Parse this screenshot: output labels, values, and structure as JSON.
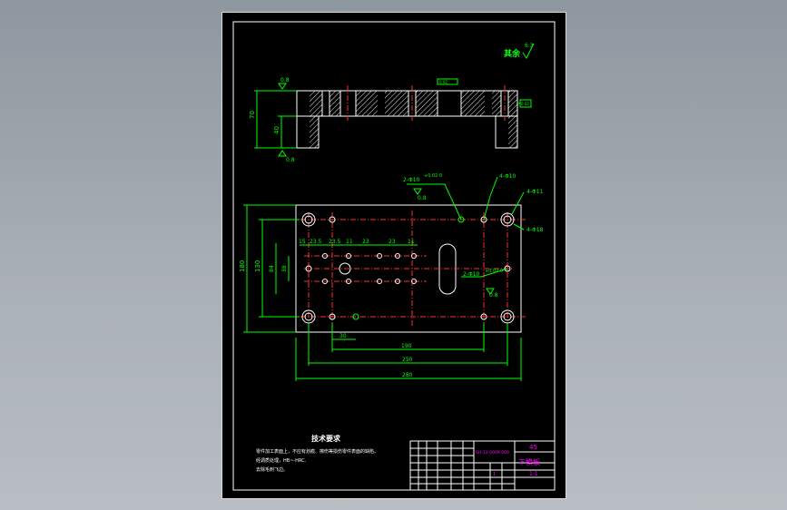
{
  "roughness": {
    "label": "其余",
    "value": "6.3"
  },
  "front_view": {
    "dim_overall_height": "70",
    "dim_step_height": "40",
    "surface_finish_top": "0.8",
    "surface_finish_bottom": "0.8",
    "flatness_box": "0.02",
    "tolerance_box_right": "0.02"
  },
  "plan_view": {
    "callout_2x10": "2-Φ10",
    "callout_2x10_tol": "+0.02\n0",
    "callout_2x10_finish": "0.8",
    "callout_4x10": "4-Φ10",
    "callout_4x11": "4-Φ11",
    "callout_4x18": "4-Φ18",
    "callout_2x10_right": "2-Φ10",
    "callout_2x10_right_tol": "+0.02\n0",
    "callout_2x10_right_finish": "0.8",
    "dims_top": [
      "15",
      "23.5",
      "23.5",
      "11",
      "23",
      "23",
      "11"
    ],
    "dim_left_outer": "180",
    "dim_left_mid": "130",
    "dim_left_inner": "84",
    "dim_left_small": "38",
    "dim_bottom_30": "30",
    "dim_bottom_190": "190",
    "dim_bottom_250": "250",
    "dim_bottom_280": "280"
  },
  "notes": {
    "title": "技术要求",
    "line1": "零件加工表面上，不应有划痕、擦伤等损伤零件表面的缺陷。",
    "line2": "经调质处理，HB~-HRC.",
    "line3": "去除毛刺飞边。"
  },
  "title_block": {
    "material": "45",
    "part_name": "下模板",
    "scale": "1:1",
    "drawing_no": "SH-12-000X-000",
    "qty": "1"
  },
  "colors": {
    "sheet": "#000000",
    "outline": "#ffffff",
    "dim": "#00ff00",
    "center": "#ff3030",
    "magenta": "#ff00ff",
    "hatch": "#ffffff"
  }
}
